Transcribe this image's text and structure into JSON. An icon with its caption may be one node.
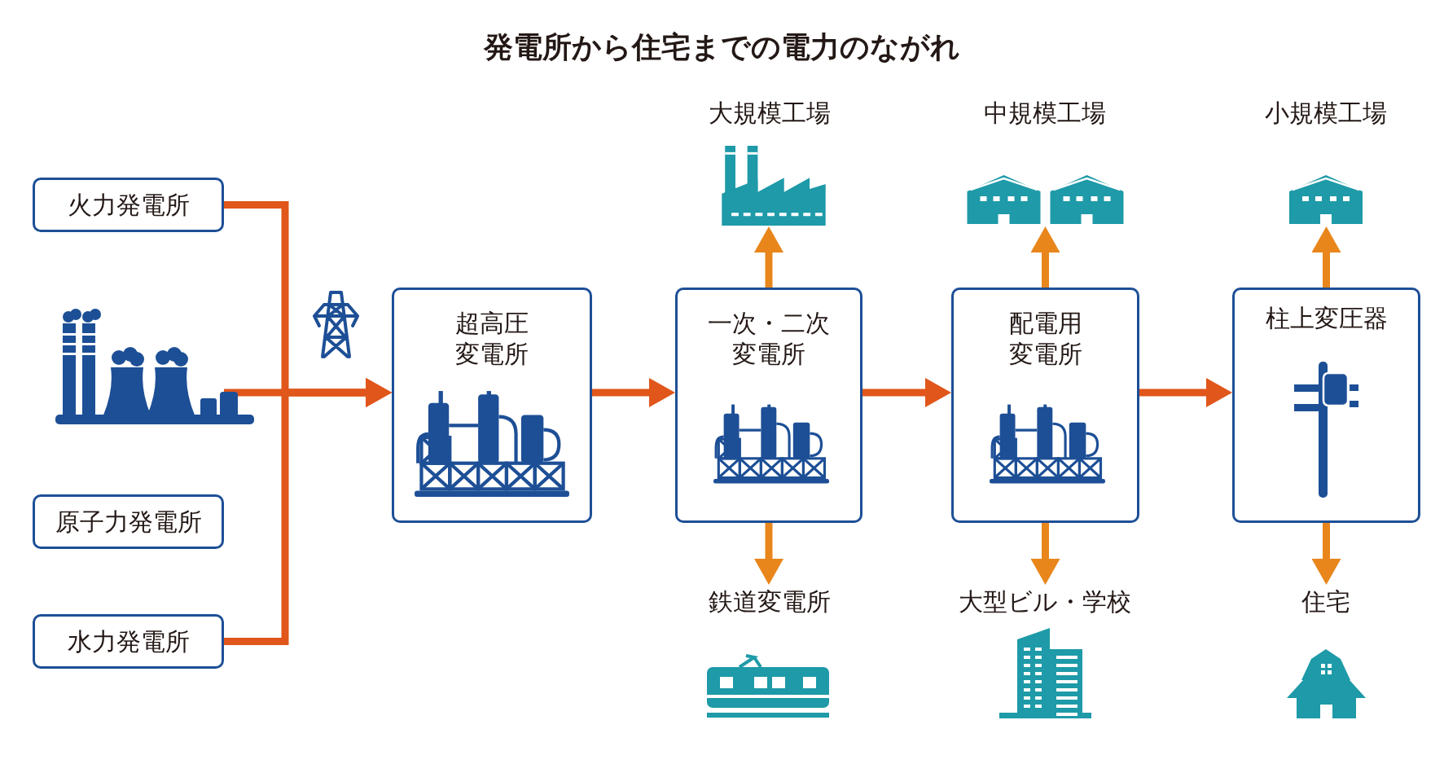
{
  "diagram": {
    "title": "発電所から住宅までの電力のながれ",
    "nodes": [
      {
        "text": [
          "火力発電所"
        ]
      },
      {
        "text": [
          "原子力発電所"
        ]
      },
      {
        "text": [
          "水力発電所"
        ]
      },
      {
        "text": [
          "超高圧変電所"
        ]
      },
      {
        "text": [
          "一次・二次変電所"
        ]
      },
      {
        "text": [
          "配電用変電所"
        ]
      },
      {
        "text": [
          "柱上変圧器"
        ]
      },
      {
        "text": [
          "大規模工場"
        ]
      },
      {
        "text": [
          "中規模工場"
        ]
      },
      {
        "text": [
          "小規模工場"
        ]
      },
      {
        "text": [
          "鉄道変電所"
        ]
      },
      {
        "text": [
          "大型ビル・学校"
        ]
      },
      {
        "text": [
          "住宅"
        ]
      }
    ],
    "edges": [
      {
        "from": 0,
        "to": 3,
        "arrow": "to"
      },
      {
        "from": 1,
        "to": 3,
        "arrow": "to"
      },
      {
        "from": 2,
        "to": 3,
        "arrow": "to"
      },
      {
        "from": 3,
        "to": 4,
        "arrow": "to"
      },
      {
        "from": 4,
        "to": 5,
        "arrow": "to"
      },
      {
        "from": 5,
        "to": 6,
        "arrow": "to"
      },
      {
        "from": 4,
        "to": 7,
        "arrow": "to",
        "color": "#e8861c"
      },
      {
        "from": 4,
        "to": 10,
        "arrow": "to",
        "color": "#e8861c"
      },
      {
        "from": 5,
        "to": 8,
        "arrow": "to",
        "color": "#e8861c"
      },
      {
        "from": 5,
        "to": 11,
        "arrow": "to",
        "color": "#e8861c"
      },
      {
        "from": 6,
        "to": 9,
        "arrow": "to",
        "color": "#e8861c"
      },
      {
        "from": 6,
        "to": 12,
        "arrow": "to",
        "color": "#e8861c"
      }
    ]
  }
}
